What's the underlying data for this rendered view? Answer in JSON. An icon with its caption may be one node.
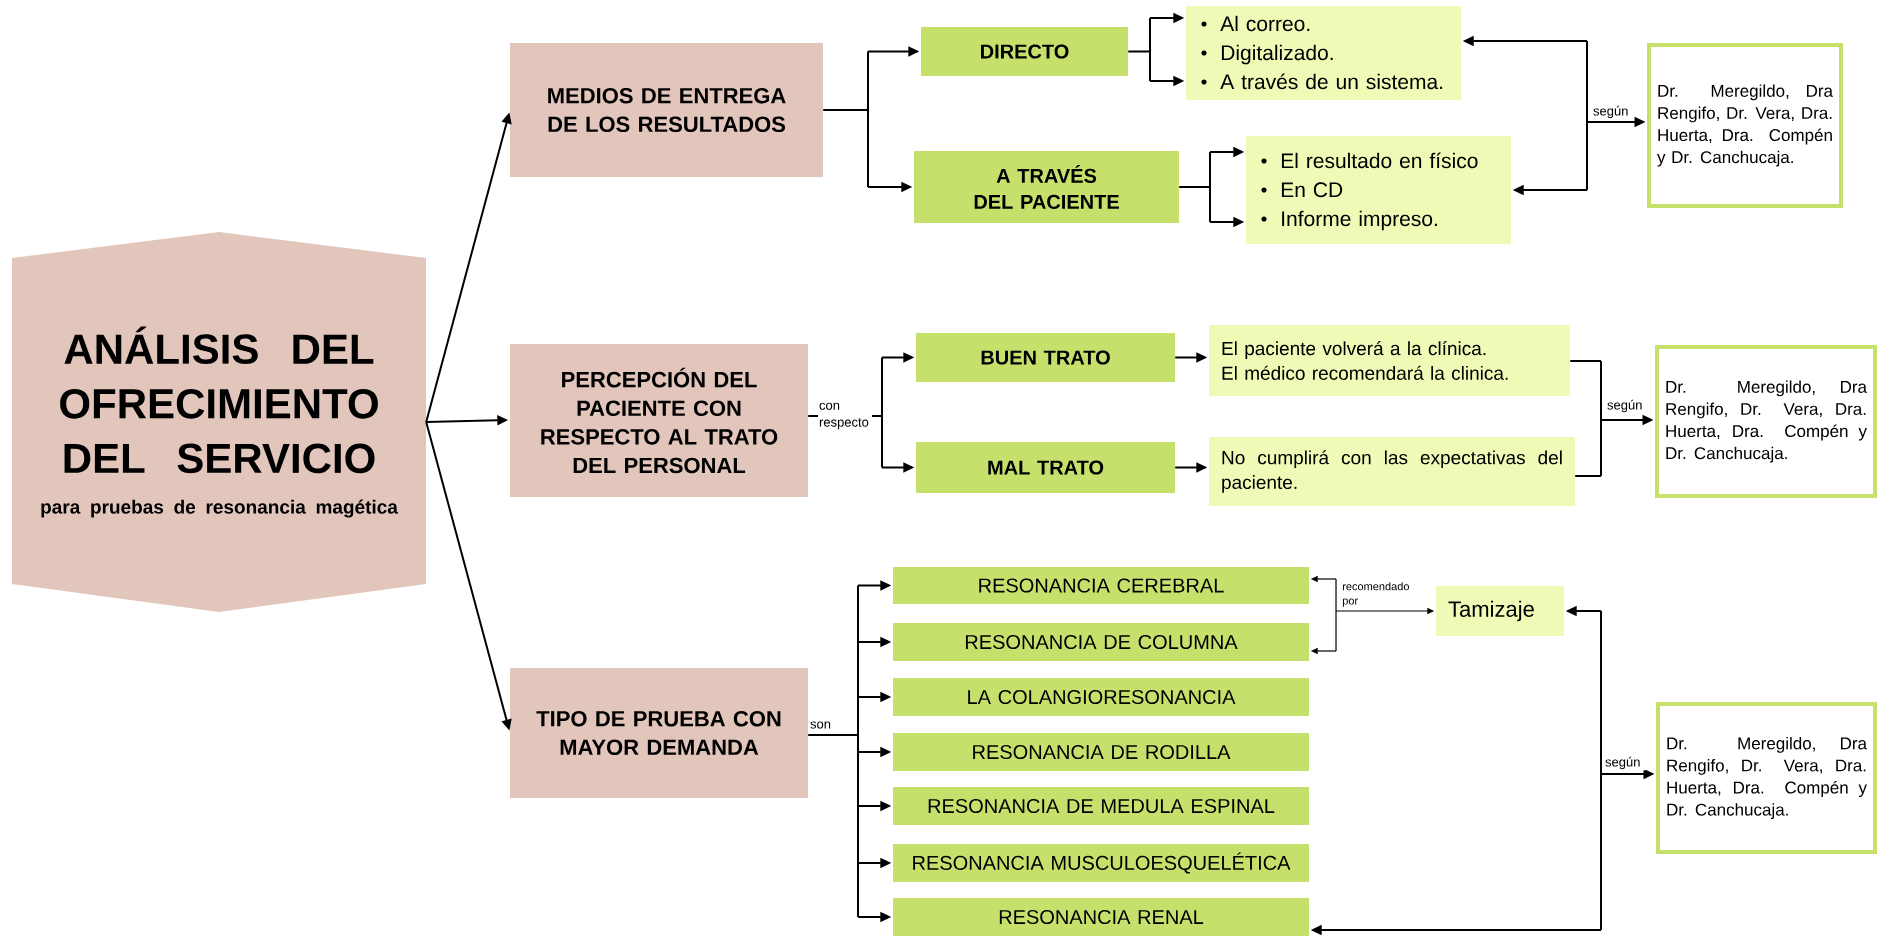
{
  "diagram": {
    "nodes": [
      {
        "text": [
          "ANÁLISIS DEL OFRECIMIENTO DEL SERVICIO",
          "para  pruebas de resonancia magética"
        ]
      },
      {
        "text": [
          "MEDIOS DE ENTREGA DE LOS RESULTADOS"
        ]
      },
      {
        "text": [
          "PERCEPCIÓN DEL PACIENTE CON RESPECTO AL TRATO DEL PERSONAL"
        ]
      },
      {
        "text": [
          "TIPO DE PRUEBA CON MAYOR DEMANDA"
        ]
      },
      {
        "text": [
          "DIRECTO"
        ]
      },
      {
        "text": [
          "A TRAVÉS DEL PACIENTE"
        ]
      },
      {
        "text": [
          "Al correo.",
          "Digitalizado.",
          "A través de un sistema."
        ]
      },
      {
        "text": [
          "El resultado en físico",
          "En CD",
          "Informe impreso."
        ]
      },
      {
        "text": [
          "Dr. Meregildo, Dra Rengifo, Dr. Vera, Dra. Huerta, Dra. Compén y Dr. Canchucaja."
        ]
      },
      {
        "text": [
          "BUEN TRATO"
        ]
      },
      {
        "text": [
          "MAL TRATO"
        ]
      },
      {
        "text": [
          "El paciente volverá a la clínica.",
          "El médico recomendará la clinica."
        ]
      },
      {
        "text": [
          "No cumplirá con las expectativas del paciente."
        ]
      },
      {
        "text": [
          "Dr. Meregildo, Dra Rengifo, Dr. Vera, Dra. Huerta, Dra. Compén y Dr. Canchucaja."
        ]
      },
      {
        "text": [
          "RESONANCIA CEREBRAL"
        ]
      },
      {
        "text": [
          "RESONANCIA DE COLUMNA"
        ]
      },
      {
        "text": [
          "LA COLANGIORESONANCIA"
        ]
      },
      {
        "text": [
          "RESONANCIA DE RODILLA"
        ]
      },
      {
        "text": [
          "RESONANCIA DE MEDULA ESPINAL"
        ]
      },
      {
        "text": [
          "RESONANCIA MUSCULOESQUELÉTICA"
        ]
      },
      {
        "text": [
          "RESONANCIA RENAL"
        ]
      },
      {
        "text": [
          "Tamizaje"
        ]
      },
      {
        "text": [
          "Dr. Meregildo, Dra Rengifo, Dr. Vera, Dra. Huerta, Dra. Compén y Dr. Canchucaja."
        ]
      }
    ],
    "edges": [
      {
        "from": 0,
        "to": 1,
        "arrow": "to"
      },
      {
        "from": 1,
        "to": 4,
        "arrow": "to"
      },
      {
        "from": 1,
        "to": 5,
        "arrow": "to"
      },
      {
        "from": 4,
        "to": 6,
        "arrow": "to"
      },
      {
        "from": 5,
        "to": 7,
        "arrow": "to"
      },
      {
        "from": 6,
        "to": 8,
        "arrow": "both",
        "label": "según"
      },
      {
        "from": 7,
        "to": 8,
        "arrow": "both"
      },
      {
        "from": 0,
        "to": 2,
        "arrow": "to"
      },
      {
        "from": 2,
        "to": 9,
        "arrow": "to",
        "label": "con respecto"
      },
      {
        "from": 2,
        "to": 10,
        "arrow": "to"
      },
      {
        "from": 9,
        "to": 11,
        "arrow": "to"
      },
      {
        "from": 10,
        "to": 12,
        "arrow": "to"
      },
      {
        "from": 11,
        "to": 13,
        "arrow": "to",
        "label": "según"
      },
      {
        "from": 12,
        "to": 13,
        "arrow": "to"
      },
      {
        "from": 0,
        "to": 3,
        "arrow": "to"
      },
      {
        "from": 3,
        "to": 14,
        "arrow": "to",
        "label": "son"
      },
      {
        "from": 3,
        "to": 15,
        "arrow": "to"
      },
      {
        "from": 3,
        "to": 16,
        "arrow": "to"
      },
      {
        "from": 3,
        "to": 17,
        "arrow": "to"
      },
      {
        "from": 3,
        "to": 18,
        "arrow": "to"
      },
      {
        "from": 3,
        "to": 19,
        "arrow": "to"
      },
      {
        "from": 3,
        "to": 20,
        "arrow": "to"
      },
      {
        "from": 14,
        "to": 21,
        "arrow": "both",
        "label": "recomendado por"
      },
      {
        "from": 15,
        "to": 21,
        "arrow": "both"
      },
      {
        "from": 21,
        "to": 22,
        "arrow": "both",
        "label": "según"
      },
      {
        "from": 20,
        "to": 22,
        "arrow": "both"
      }
    ]
  }
}
